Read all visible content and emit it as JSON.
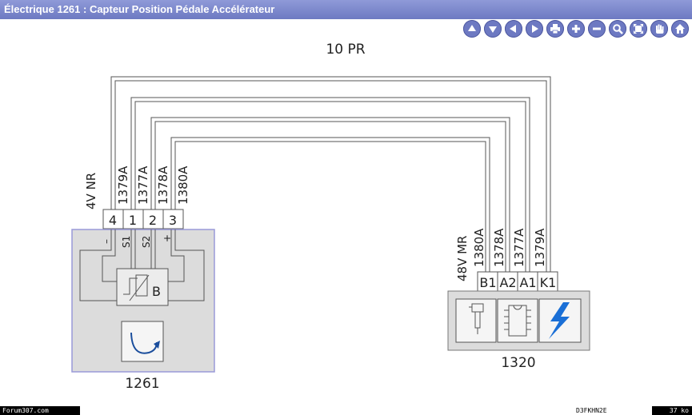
{
  "window": {
    "title": "Électrique 1261  : Capteur Position Pédale Accélérateur"
  },
  "toolbar": {
    "buttons": [
      {
        "icon": "arrow-up-icon"
      },
      {
        "icon": "arrow-down-icon"
      },
      {
        "icon": "arrow-left-icon"
      },
      {
        "icon": "arrow-right-icon"
      },
      {
        "icon": "print-icon"
      },
      {
        "icon": "zoom-in-icon"
      },
      {
        "icon": "zoom-out-icon"
      },
      {
        "icon": "magnifier-icon"
      },
      {
        "icon": "fit-screen-icon"
      },
      {
        "icon": "hand-pan-icon"
      },
      {
        "icon": "home-icon"
      }
    ]
  },
  "diagram": {
    "harness_label": "10 PR",
    "left_connector": {
      "spec": "4V NR",
      "wires": [
        "1379A",
        "1377A",
        "1378A",
        "1380A"
      ],
      "pins": [
        "4",
        "1",
        "2",
        "3"
      ],
      "pin_functions": [
        "–",
        "S1",
        "S2",
        "+"
      ],
      "sensor_letter": "B",
      "component_id": "1261"
    },
    "right_connector": {
      "spec": "48V MR",
      "wires": [
        "1380A",
        "1378A",
        "1377A",
        "1379A"
      ],
      "pins": [
        "B1",
        "A2",
        "A1",
        "K1"
      ],
      "component_id": "1320"
    }
  },
  "footer": {
    "site": "Forum307.com",
    "code": "D3FKHN2E",
    "size": "37 ko"
  },
  "colors": {
    "titlebar": "#6d79c2",
    "sensor_frame": "#9a9ad8",
    "ecu_icon": "#1a6fd6"
  }
}
